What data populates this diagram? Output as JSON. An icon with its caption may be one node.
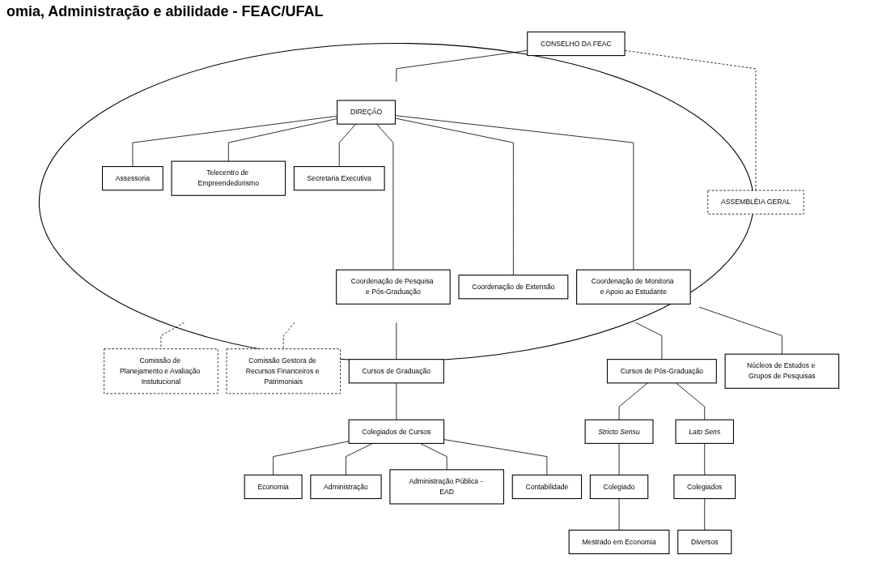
{
  "diagram": {
    "title": "omia, Administração e abilidade - FEAC/UFAL",
    "nodes": [
      {
        "text": [
          "CONSELHO DA FEAC"
        ]
      },
      {
        "text": [
          "ASSEMBLÉIA GERAL"
        ]
      },
      {
        "text": [],
        "shape": "circle"
      },
      {
        "text": [
          "Comissão de Planejamento e Avaliação Instutucional"
        ]
      },
      {
        "text": [
          "Comissão Gestora de Recursos Financeiros e Patrimoniais"
        ]
      },
      {
        "text": [
          "DIREÇÃO"
        ],
        "in": 2
      },
      {
        "text": [
          "Assessoria"
        ],
        "in": 2
      },
      {
        "text": [
          "Telecentro de Empreendedorismo"
        ],
        "in": 2
      },
      {
        "text": [
          "Secretaria Executiva"
        ],
        "in": 2
      },
      {
        "text": [
          "Coordenação de Pesquisa e Pós-Graduação"
        ],
        "in": 2
      },
      {
        "text": [
          "Coordenação de Extensão"
        ],
        "in": 2
      },
      {
        "text": [
          "Coordenação de Monitoria e Apoio ao Estudante"
        ],
        "in": 2
      },
      {
        "text": [
          "Cursos de Graduação"
        ]
      },
      {
        "text": [
          "Colegiados de Cursos"
        ]
      },
      {
        "text": [
          "Economia"
        ]
      },
      {
        "text": [
          "Administração"
        ]
      },
      {
        "text": [
          "Administração Pública - EAD"
        ]
      },
      {
        "text": [
          "Contabilidade"
        ]
      },
      {
        "text": [
          "Cursos de Pós-Graduação"
        ]
      },
      {
        "text": [
          "Stricto Sensu"
        ]
      },
      {
        "text": [
          "Lato Sens"
        ]
      },
      {
        "text": [
          "Colegiado"
        ]
      },
      {
        "text": [
          "Colegiados"
        ]
      },
      {
        "text": [
          "Mestrado em Economia"
        ]
      },
      {
        "text": [
          "Diversos"
        ]
      },
      {
        "text": [
          "Núcleos de Estudos e Grupos de Pesquisas"
        ]
      }
    ],
    "edges": [
      {
        "from": 0,
        "to": 1,
        "arrow": "none",
        "style": "dashed"
      },
      {
        "from": 0,
        "to": 2,
        "arrow": "none"
      },
      {
        "from": 2,
        "to": 3,
        "arrow": "none",
        "style": "dashed"
      },
      {
        "from": 2,
        "to": 4,
        "arrow": "none",
        "style": "dashed"
      },
      {
        "from": 5,
        "to": 6,
        "arrow": "none"
      },
      {
        "from": 5,
        "to": 7,
        "arrow": "none"
      },
      {
        "from": 5,
        "to": 8,
        "arrow": "none"
      },
      {
        "from": 5,
        "to": 9,
        "arrow": "none"
      },
      {
        "from": 5,
        "to": 10,
        "arrow": "none"
      },
      {
        "from": 5,
        "to": 11,
        "arrow": "none"
      },
      {
        "from": 2,
        "to": 12,
        "arrow": "none"
      },
      {
        "from": 12,
        "to": 13,
        "arrow": "none"
      },
      {
        "from": 13,
        "to": 14,
        "arrow": "none"
      },
      {
        "from": 13,
        "to": 15,
        "arrow": "none"
      },
      {
        "from": 13,
        "to": 16,
        "arrow": "none"
      },
      {
        "from": 13,
        "to": 17,
        "arrow": "none"
      },
      {
        "from": 2,
        "to": 18,
        "arrow": "none"
      },
      {
        "from": 18,
        "to": 19,
        "arrow": "none"
      },
      {
        "from": 18,
        "to": 20,
        "arrow": "none"
      },
      {
        "from": 19,
        "to": 21,
        "arrow": "none"
      },
      {
        "from": 20,
        "to": 22,
        "arrow": "none"
      },
      {
        "from": 21,
        "to": 23,
        "arrow": "none"
      },
      {
        "from": 22,
        "to": 24,
        "arrow": "none"
      },
      {
        "from": 2,
        "to": 25,
        "arrow": "none"
      }
    ]
  }
}
